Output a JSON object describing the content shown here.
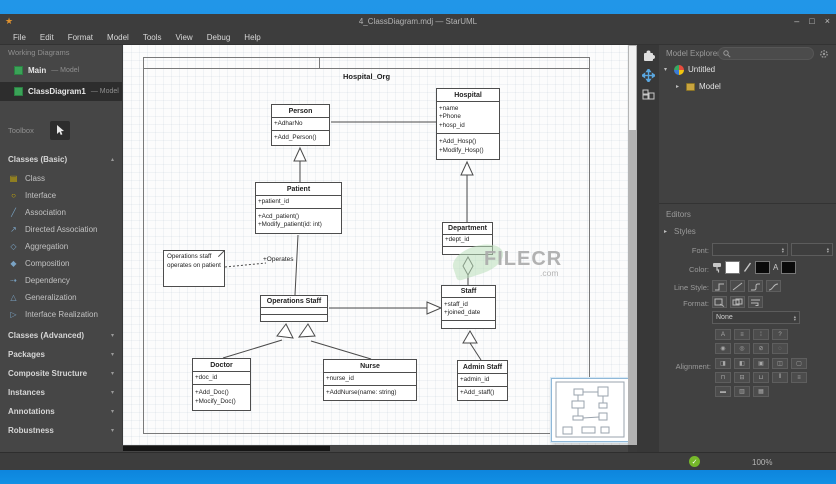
{
  "window": {
    "title": "4_ClassDiagram.mdj — StarUML",
    "menus": [
      "File",
      "Edit",
      "Format",
      "Model",
      "Tools",
      "View",
      "Debug",
      "Help"
    ],
    "controls": {
      "minimize": "–",
      "maximize": "□",
      "close": "×"
    }
  },
  "left_panel": {
    "working_diagrams": {
      "title": "Working Diagrams",
      "items": [
        {
          "name": "Main",
          "suffix": "— Model"
        },
        {
          "name": "ClassDiagram1",
          "suffix": "— Model"
        }
      ]
    },
    "toolbox": {
      "title": "Toolbox",
      "basic_section": {
        "label": "Classes (Basic)",
        "items": [
          "Class",
          "Interface",
          "Association",
          "Directed Association",
          "Aggregation",
          "Composition",
          "Dependency",
          "Generalization",
          "Interface Realization"
        ]
      },
      "collapsed_sections": [
        "Classes (Advanced)",
        "Packages",
        "Composite Structure",
        "Instances",
        "Annotations",
        "Robustness"
      ]
    }
  },
  "canvas": {
    "frame_title": "Hospital_Org",
    "classes": [
      {
        "name": "Person",
        "attributes": [
          "+AdharNo"
        ],
        "operations": [
          "+Add_Person()"
        ]
      },
      {
        "name": "Hospital",
        "attributes": [
          "+name",
          "+Phone",
          "+hosp_id"
        ],
        "operations": [
          "+Add_Hosp()",
          "+Modify_Hosp()"
        ]
      },
      {
        "name": "Patient",
        "attributes": [
          "+patient_id"
        ],
        "operations": [
          "+Acd_patient()",
          "+Modify_patient(id: int)"
        ]
      },
      {
        "name": "Department",
        "attributes": [
          "+dept_id"
        ],
        "operations": []
      },
      {
        "name": "Operations Staff",
        "attributes": [],
        "operations": []
      },
      {
        "name": "Staff",
        "attributes": [
          "+staff_id",
          "+joined_date"
        ],
        "operations": []
      },
      {
        "name": "Doctor",
        "attributes": [
          "+doc_id"
        ],
        "operations": [
          "+Add_Doc()",
          "+Mocify_Doc()"
        ]
      },
      {
        "name": "Nurse",
        "attributes": [
          "+nurse_id"
        ],
        "operations": [
          "+AddNurse(name: string)"
        ]
      },
      {
        "name": "Admin Staff",
        "attributes": [
          "+admin_id"
        ],
        "operations": [
          "+Add_staff()"
        ]
      }
    ],
    "note_text": "Operations staff operates on patient",
    "association_label": "+Operates",
    "watermark": {
      "brand": "FILECR",
      "tld": ".com"
    }
  },
  "right_panel": {
    "model_explorer": {
      "title": "Model Explorer",
      "tree": [
        {
          "label": "Untitled"
        },
        {
          "label": "Model"
        }
      ]
    },
    "editors": {
      "title": "Editors",
      "styles_label": "Styles",
      "font_label": "Font:",
      "color_label": "Color:",
      "line_style_label": "Line Style:",
      "format_label": "Format:",
      "alignment_label": "Alignment:",
      "format_dropdown_value": "None",
      "color_letter": "A"
    }
  },
  "status_bar": {
    "zoom_level": "100%"
  },
  "icons": {
    "app_star": "★",
    "class": "▤",
    "interface": "○",
    "association": "╱",
    "directed_association": "↗",
    "aggregation": "◇",
    "composition": "◆",
    "dependency": "⇢",
    "generalization": "△",
    "interface_realization": "▷",
    "collapse": "▴",
    "expand": "▾",
    "tree_open": "▾",
    "tree_closed": "▸",
    "check": "✓"
  },
  "colors": {
    "accent_blue": "#1c8be0",
    "selection": "#2d2d2d",
    "diagram_icon_green": "#3aa357",
    "status_ok_green": "#76b82a"
  }
}
